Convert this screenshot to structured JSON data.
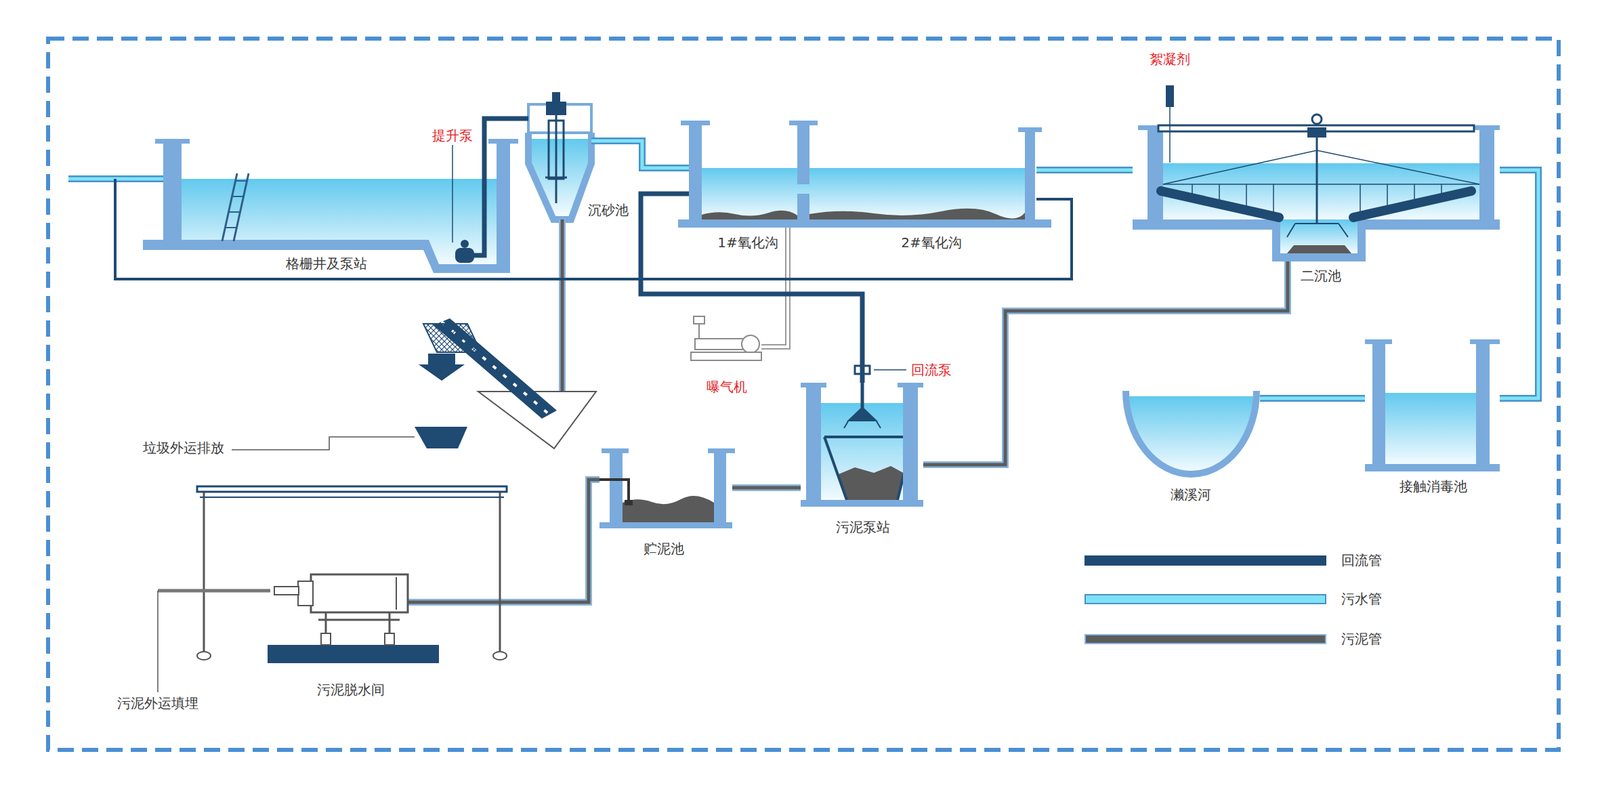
{
  "diagram": {
    "nodes": [
      {
        "text": [
          "格栅井及泵站"
        ]
      },
      {
        "text": [
          "沉砂池"
        ]
      },
      {
        "text": [
          "1#氧化沟"
        ]
      },
      {
        "text": [
          "2#氧化沟"
        ]
      },
      {
        "text": [
          "二沉池"
        ]
      },
      {
        "text": [
          "濑溪河"
        ]
      },
      {
        "text": [
          "接触消毒池"
        ]
      },
      {
        "text": [
          "污泥泵站"
        ]
      },
      {
        "text": [
          "贮泥池"
        ]
      },
      {
        "text": [
          "污泥脱水间"
        ]
      }
    ],
    "edges": [
      {
        "from": 0,
        "to": 1,
        "arrow": "none"
      },
      {
        "from": 1,
        "to": 2,
        "arrow": "none"
      },
      {
        "from": 3,
        "to": 4,
        "arrow": "none"
      },
      {
        "from": 4,
        "to": 6,
        "arrow": "none"
      },
      {
        "from": 6,
        "to": 5,
        "arrow": "none"
      },
      {
        "from": 4,
        "to": 7,
        "arrow": "none"
      },
      {
        "from": 7,
        "to": 2,
        "arrow": "none"
      },
      {
        "from": 3,
        "to": 0,
        "arrow": "none"
      },
      {
        "from": 7,
        "to": 8,
        "arrow": "none"
      },
      {
        "from": 8,
        "to": 9,
        "arrow": "none"
      }
    ],
    "labels": [
      "提升泵",
      "絮凝剂",
      "曝气机",
      "回流泵",
      "垃圾外运排放",
      "污泥外运填埋"
    ],
    "legend": [
      {
        "text": "回流管",
        "color": "#1f4a72"
      },
      {
        "text": "污水管",
        "color": "#7fe3f6"
      },
      {
        "text": "污泥管",
        "color": "#5c5c5c"
      }
    ]
  }
}
